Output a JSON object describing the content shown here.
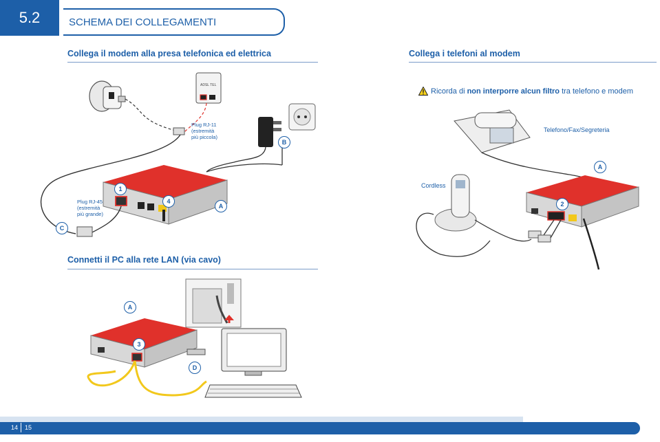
{
  "header": {
    "section_number": "5.2",
    "title": "SCHEMA DEI COLLEGAMENTI"
  },
  "left_section": {
    "heading": "Collega il modem alla presa telefonica ed elettrica"
  },
  "right_section": {
    "heading": "Collega i telefoni al modem"
  },
  "warning": {
    "prefix": "Ricorda di ",
    "bold": "non interporre alcun filtro",
    "suffix": " tra telefono e modem"
  },
  "labels": {
    "rj11_line1": "Plug RJ-11",
    "rj11_line2": "(estremità",
    "rj11_line3": "più piccola)",
    "rj45_line1": "Plug RJ-45",
    "rj45_line2": "(estremità",
    "rj45_line3": "più grande)",
    "telefono": "Telefono/Fax/Segreteria",
    "cordless": "Cordless",
    "adsl_tel": "ADSL TEL"
  },
  "badges": {
    "one": "1",
    "four": "4",
    "a1": "A",
    "b": "B",
    "c": "C",
    "a2": "A",
    "two": "2",
    "a3": "A",
    "three": "3",
    "d": "D"
  },
  "bottom_section": {
    "heading": "Connetti il PC alla rete LAN (via cavo)"
  },
  "footer": {
    "page_left": "14",
    "page_right": "15"
  },
  "colors": {
    "brand_blue": "#1d5fa8",
    "modem_red": "#e0312b",
    "cable_yellow": "#f2c81c"
  },
  "icons": [
    "warning-icon",
    "wall-socket-icon",
    "power-socket-icon",
    "power-adapter-icon",
    "modem-icon",
    "desk-phone-icon",
    "cordless-phone-icon",
    "monitor-icon",
    "keyboard-icon",
    "splitter-icon"
  ]
}
